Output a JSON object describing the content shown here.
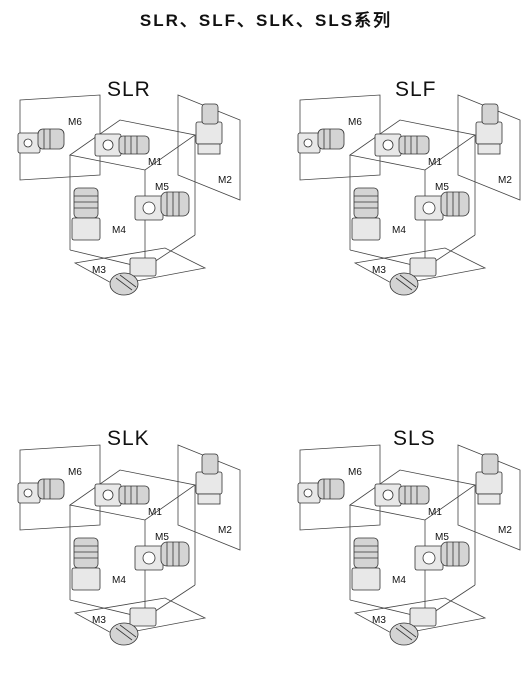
{
  "title": "SLR、SLF、SLK、SLS系列",
  "panels": [
    {
      "series": "SLR",
      "positions": {
        "m1": "M1",
        "m2": "M2",
        "m3": "M3",
        "m4": "M4",
        "m5": "M5",
        "m6": "M6"
      }
    },
    {
      "series": "SLF",
      "positions": {
        "m1": "M1",
        "m2": "M2",
        "m3": "M3",
        "m4": "M4",
        "m5": "M5",
        "m6": "M6"
      }
    },
    {
      "series": "SLK",
      "positions": {
        "m1": "M1",
        "m2": "M2",
        "m3": "M3",
        "m4": "M4",
        "m5": "M5",
        "m6": "M6"
      }
    },
    {
      "series": "SLS",
      "positions": {
        "m1": "M1",
        "m2": "M2",
        "m3": "M3",
        "m4": "M4",
        "m5": "M5",
        "m6": "M6"
      }
    }
  ]
}
